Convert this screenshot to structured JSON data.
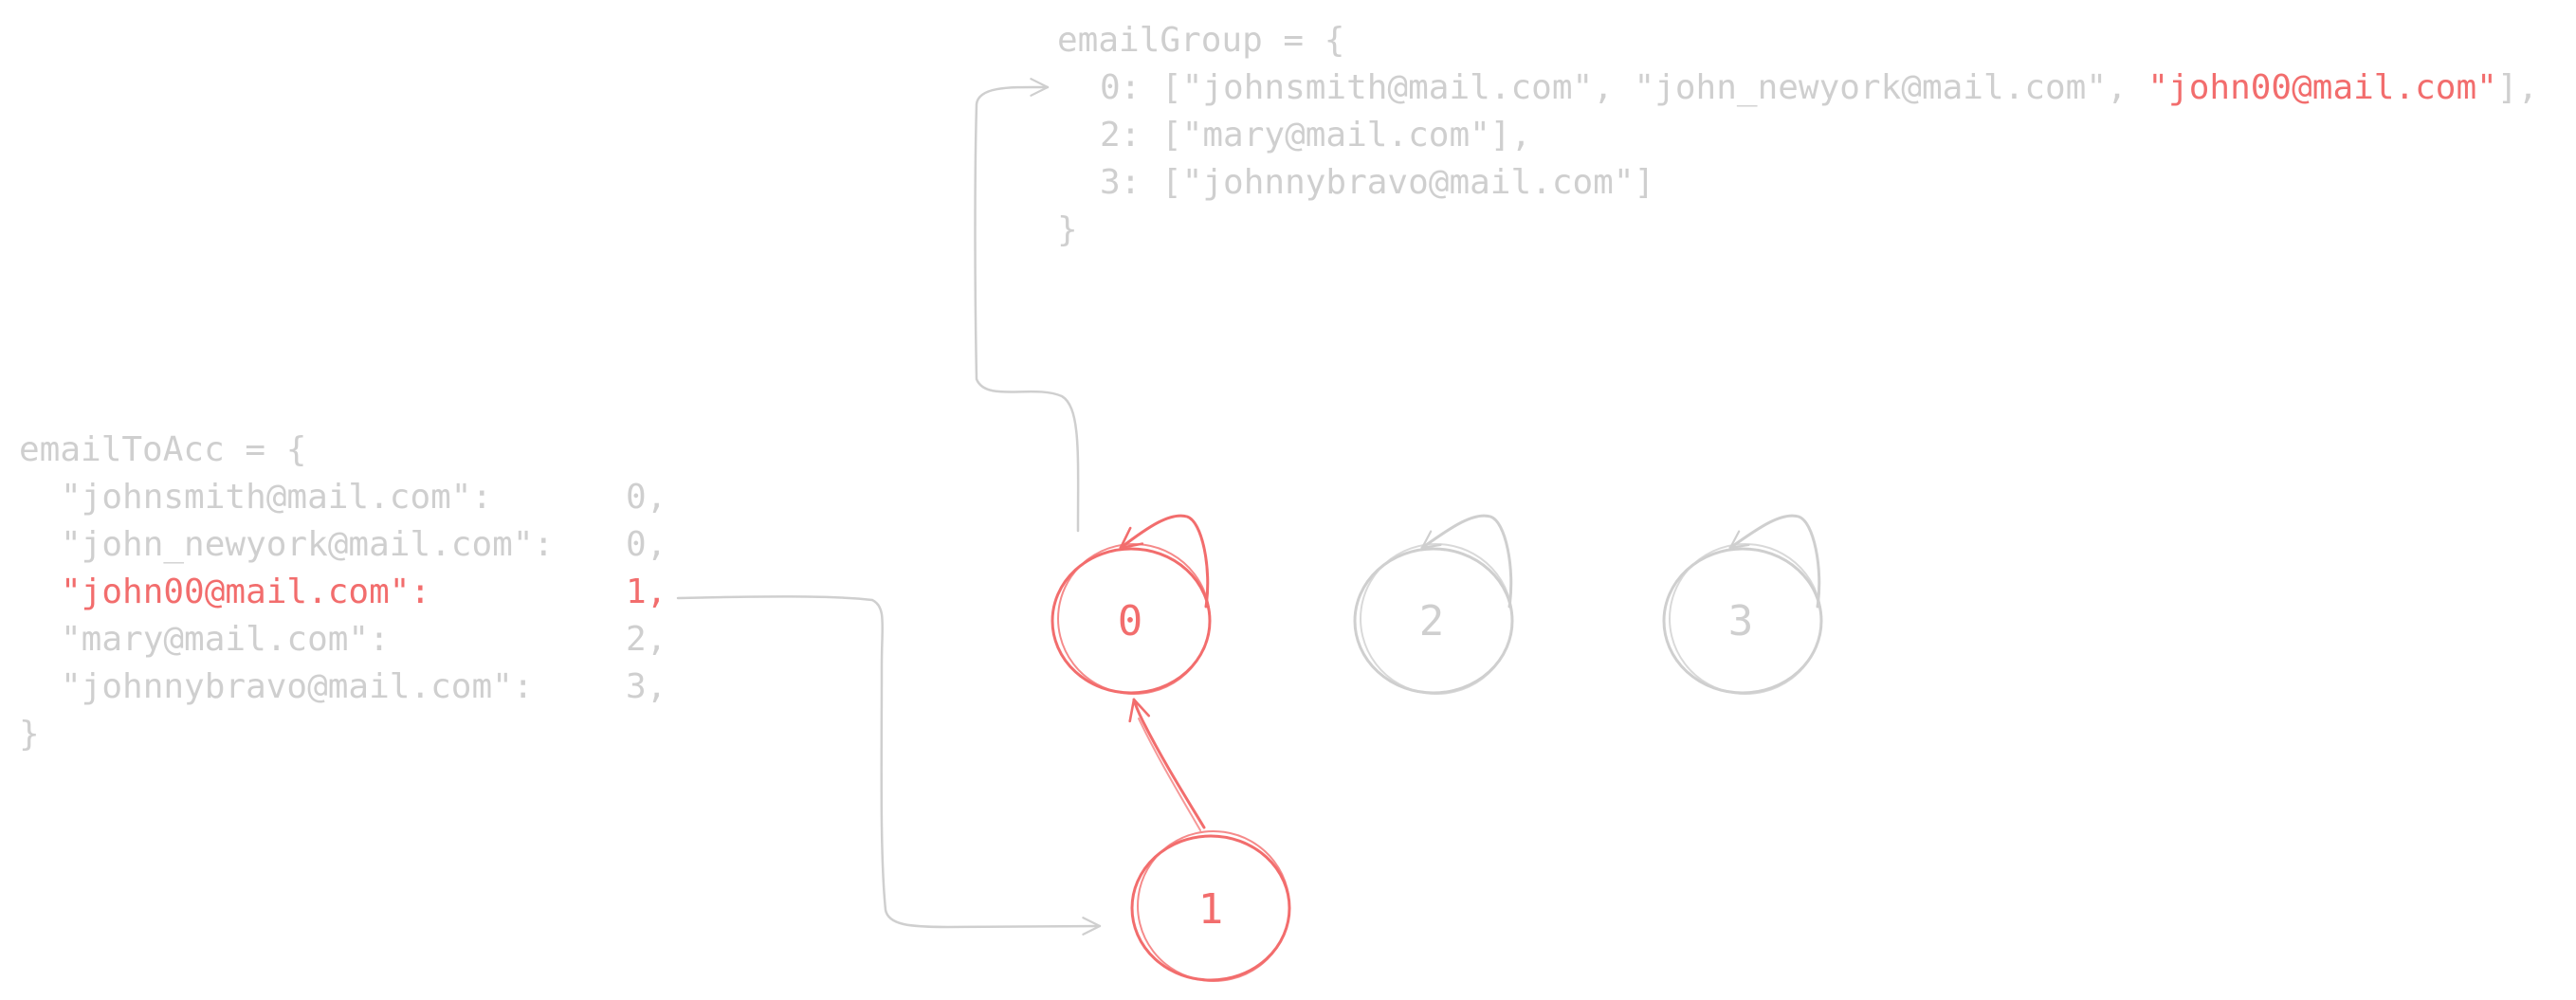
{
  "colors": {
    "muted": "#cfcfcf",
    "highlight": "#f26d6d"
  },
  "email_to_acc": {
    "header": "emailToAcc = {",
    "footer": "}",
    "rows": [
      {
        "key": "\"johnsmith@mail.com\":",
        "value": "0,",
        "highlight": false
      },
      {
        "key": "\"john_newyork@mail.com\":",
        "value": "0,",
        "highlight": false
      },
      {
        "key": "\"john00@mail.com\":",
        "value": "1,",
        "highlight": true
      },
      {
        "key": "\"mary@mail.com\":",
        "value": "2,",
        "highlight": false
      },
      {
        "key": "\"johnnybravo@mail.com\":",
        "value": "3,",
        "highlight": false
      }
    ]
  },
  "email_group": {
    "header": "emailGroup = {",
    "footer": "}",
    "line0_prefix": "0: [\"johnsmith@mail.com\", \"john_newyork@mail.com\", ",
    "line0_highlight": "\"john00@mail.com\"",
    "line0_suffix": "],",
    "line2": "2: [\"mary@mail.com\"],",
    "line3": "3: [\"johnnybravo@mail.com\"]"
  },
  "nodes": [
    {
      "label": "0",
      "highlight": true
    },
    {
      "label": "2",
      "highlight": false
    },
    {
      "label": "3",
      "highlight": false
    },
    {
      "label": "1",
      "highlight": true
    }
  ]
}
